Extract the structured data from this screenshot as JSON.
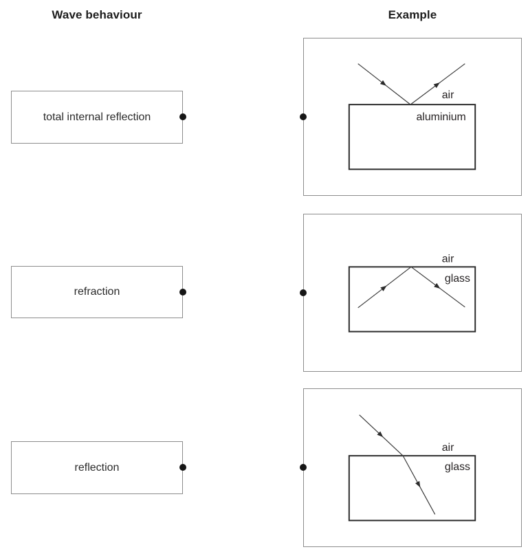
{
  "headers": {
    "left": "Wave behaviour",
    "right": "Example"
  },
  "behaviours": [
    {
      "label": "total internal reflection"
    },
    {
      "label": "refraction"
    },
    {
      "label": "reflection"
    }
  ],
  "examples": [
    {
      "upper_label": "air",
      "lower_label": "aluminium"
    },
    {
      "upper_label": "air",
      "lower_label": "glass"
    },
    {
      "upper_label": "air",
      "lower_label": "glass"
    }
  ],
  "colors": {
    "background": "#ffffff",
    "text": "#231f20",
    "box_border": "#8c8c8c",
    "material_border": "#2b2b2b",
    "ray": "#3a3a3a",
    "dot": "#161616"
  }
}
